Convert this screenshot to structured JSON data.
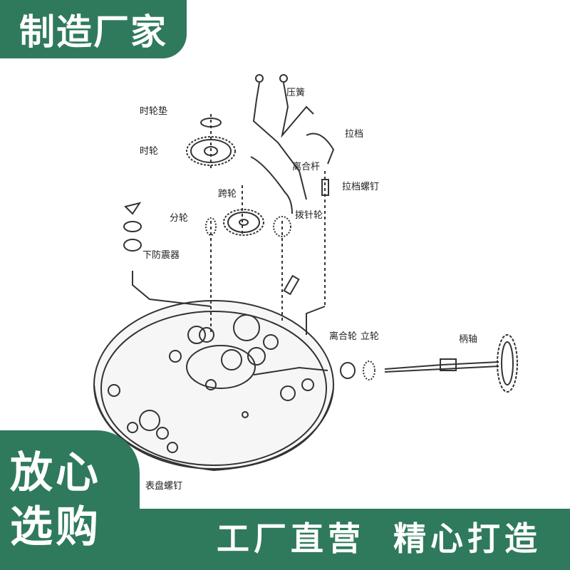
{
  "banner": {
    "title": "制造厂家"
  },
  "diagram": {
    "labels": {
      "pressure_spring": "压簧",
      "hour_wheel_gasket": "时轮垫",
      "lever": "拉档",
      "hour_wheel": "时轮",
      "clutch_lever": "离合杆",
      "lever_screw": "拉档螺钉",
      "cross_wheel": "跨轮",
      "minute_wheel": "分轮",
      "setting_wheel": "拨针轮",
      "lower_shock": "下防震器",
      "clutch_wheel": "离合轮",
      "crown_wheel": "立轮",
      "stem": "柄轴",
      "dial_screw": "表盘螺钉"
    }
  },
  "badge": {
    "line1": "放心",
    "line2": "选购"
  },
  "slogans": {
    "first": "工厂直营",
    "second": "精心打造"
  },
  "colors": {
    "brand_green": "#2f7a5c",
    "text_white": "#ffffff"
  }
}
